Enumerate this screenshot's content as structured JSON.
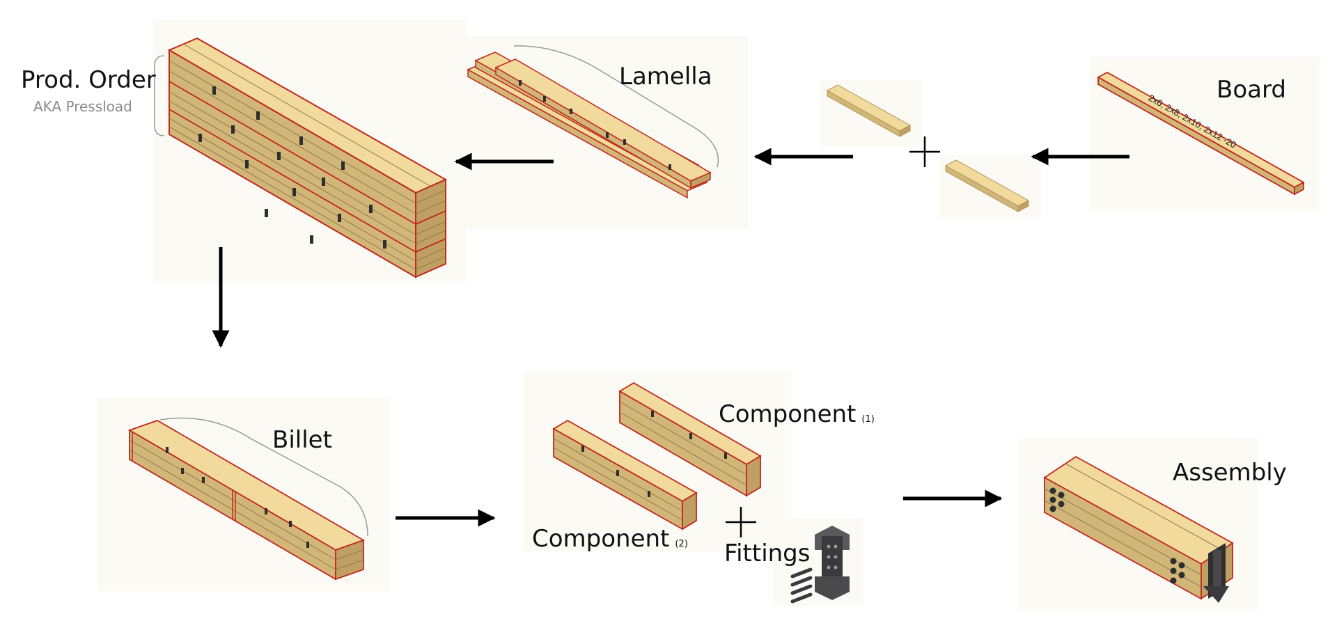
{
  "labels": {
    "prod_order": "Prod. Order",
    "prod_order_aka": "AKA Pressload",
    "lamella": "Lamella",
    "board": "Board",
    "board_sizes": "2x6, 2x8, 2x10, 2x12 -20",
    "billet": "Billet",
    "component": "Component",
    "component_1_index": "(1)",
    "component_2_index": "(2)",
    "fittings": "Fittings",
    "assembly": "Assembly"
  },
  "colors": {
    "wood_top": "#f2d99c",
    "wood_front": "#d2b678",
    "wood_end": "#c0a062",
    "edge": "#c0271d",
    "panel_bg": "#fbfaf5",
    "steel": "#3a3a3c",
    "arrow": "#000000"
  }
}
